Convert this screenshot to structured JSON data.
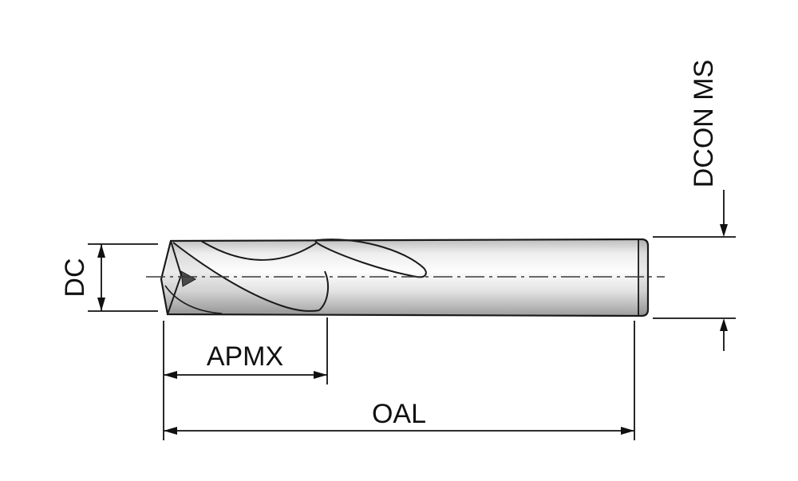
{
  "diagram": {
    "labels": {
      "dc": "DC",
      "apmx": "APMX",
      "oal": "OAL",
      "dcon_ms": "DCON MS"
    },
    "colors": {
      "line": "#111111",
      "background": "#ffffff",
      "metal_light": "#fdfdfd",
      "metal_mid": "#e2e2e2",
      "metal_dark": "#9e9e9e"
    }
  }
}
